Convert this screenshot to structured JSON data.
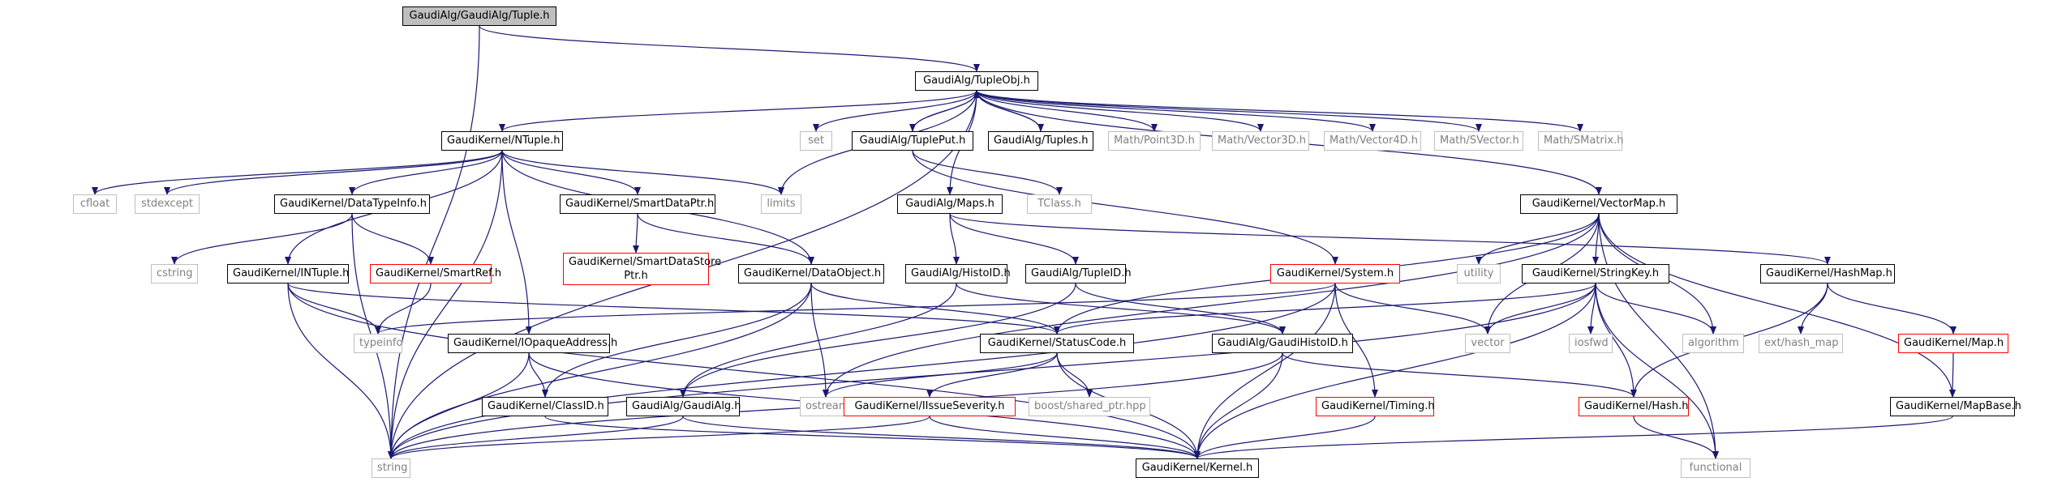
{
  "colors": {
    "edge": "#191970",
    "border": "#000000",
    "missing": "#bfbfbf",
    "truncated": "#ff0000",
    "root_fill": "#bfbfbf"
  },
  "nodes": {
    "tuple_h": "GaudiAlg/GaudiAlg/Tuple.h",
    "tupleobj_h": "GaudiAlg/TupleObj.h",
    "ntuple_h": "GaudiKernel/NTuple.h",
    "set": "set",
    "tupleput_h": "GaudiAlg/TuplePut.h",
    "tuples_h": "GaudiAlg/Tuples.h",
    "point3d_h": "Math/Point3D.h",
    "vector3d_h": "Math/Vector3D.h",
    "vector4d_h": "Math/Vector4D.h",
    "svector_h": "Math/SVector.h",
    "smatrix_h": "Math/SMatrix.h",
    "cfloat": "cfloat",
    "stdexcept": "stdexcept",
    "datatypeinfo_h": "GaudiKernel/DataTypeInfo.h",
    "smartdataptr_h": "GaudiKernel/SmartDataPtr.h",
    "limits": "limits",
    "tclass_h": "TClass.h",
    "maps_h": "GaudiAlg/Maps.h",
    "vectormap_h": "GaudiKernel/VectorMap.h",
    "smartdatastoreptr_h": "GaudiKernel/SmartDataStore Ptr.h",
    "cstring": "cstring",
    "intuple_h": "GaudiKernel/INTuple.h",
    "smartref_h": "GaudiKernel/SmartRef.h",
    "dataobject_h": "GaudiKernel/DataObject.h",
    "histoid_h": "GaudiAlg/HistoID.h",
    "tupleid_h": "GaudiAlg/TupleID.h",
    "system_h": "GaudiKernel/System.h",
    "utility": "utility",
    "stringkey_h": "GaudiKernel/StringKey.h",
    "hashmap_h": "GaudiKernel/HashMap.h",
    "typeinfo": "typeinfo",
    "iopaqueaddress_h": "GaudiKernel/IOpaqueAddress.h",
    "statuscode_h": "GaudiKernel/StatusCode.h",
    "gaudihistoid_h": "GaudiAlg/GaudiHistoID.h",
    "vector": "vector",
    "iosfwd": "iosfwd",
    "algorithm": "algorithm",
    "ext_hash_map": "ext/hash_map",
    "map_h": "GaudiKernel/Map.h",
    "classid_h": "GaudiKernel/ClassID.h",
    "gaudialg_h": "GaudiAlg/GaudiAlg.h",
    "ostream": "ostream",
    "iseverity_h": "GaudiKernel/IIssueSeverity.h",
    "shared_ptr": "boost/shared_ptr.hpp",
    "timing_h": "GaudiKernel/Timing.h",
    "hash_h": "GaudiKernel/Hash.h",
    "mapbase_h": "GaudiKernel/MapBase.h",
    "string": "string",
    "kernel_h": "GaudiKernel/Kernel.h",
    "functional": "functional"
  }
}
